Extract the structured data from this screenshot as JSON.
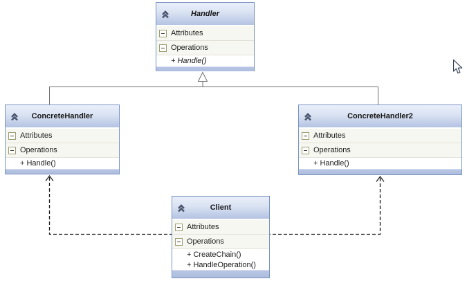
{
  "diagram": {
    "classes": {
      "handler": {
        "title": "Handler",
        "attributes_label": "Attributes",
        "operations_label": "Operations",
        "members": [
          "+ Handle()"
        ]
      },
      "concrete_handler": {
        "title": "ConcreteHandler",
        "attributes_label": "Attributes",
        "operations_label": "Operations",
        "members": [
          "+ Handle()"
        ]
      },
      "concrete_handler2": {
        "title": "ConcreteHandler2",
        "attributes_label": "Attributes",
        "operations_label": "Operations",
        "members": [
          "+ Handle()"
        ]
      },
      "client": {
        "title": "Client",
        "attributes_label": "Attributes",
        "operations_label": "Operations",
        "members": [
          "+ CreateChain()",
          "+ HandleOperation()"
        ]
      }
    },
    "icons": {
      "collapse_shape": "chevron-double-up-icon",
      "section_expander": "minus-box-icon",
      "inheritance_arrow": "hollow-triangle-up",
      "dependency_arrow": "open-arrow-up-dashed"
    },
    "colors": {
      "box_border": "#7792c1",
      "header_top": "#eaeffa",
      "header_bottom": "#b5c3e3",
      "footer_band": "#b0bfe0",
      "section_bg": "#f7f7f1",
      "row_separator": "#e2e2da",
      "member_bg": "#ffffff",
      "inheritance_line": "#6e6e6e",
      "dependency_line": "#1a1a1a",
      "expander_border": "#9c9c74",
      "chevron_glyph": "#49546e"
    }
  }
}
